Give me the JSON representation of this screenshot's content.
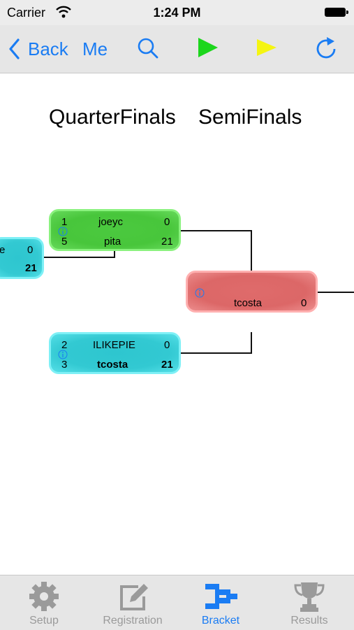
{
  "status_bar": {
    "carrier": "Carrier",
    "time": "1:24 PM"
  },
  "nav": {
    "back_label": "Back",
    "me_label": "Me",
    "icons": [
      "search-icon",
      "play-green-icon",
      "play-yellow-icon",
      "refresh-icon"
    ]
  },
  "rounds": {
    "quarter": "QuarterFinals",
    "semi": "SemiFinals"
  },
  "matches": {
    "left_partial": {
      "top_name": "e",
      "top_score": "0",
      "bottom_score": "21"
    },
    "qf1": {
      "seed_top": "1",
      "name_top": "joeyc",
      "score_top": "0",
      "seed_bottom": "5",
      "name_bottom": "pita",
      "score_bottom": "21"
    },
    "qf2": {
      "seed_top": "2",
      "name_top": "ILIKEPIE",
      "score_top": "0",
      "seed_bottom": "3",
      "name_bottom": "tcosta",
      "score_bottom": "21"
    },
    "sf1": {
      "name_bottom": "tcosta",
      "score_bottom": "0"
    }
  },
  "colors": {
    "accent": "#1a7cf3",
    "green": "#48c63b",
    "cyan": "#32c9d2",
    "red": "#dc6767"
  },
  "tabs": [
    {
      "label": "Setup",
      "icon": "gear-icon"
    },
    {
      "label": "Registration",
      "icon": "edit-icon"
    },
    {
      "label": "Bracket",
      "icon": "bracket-icon"
    },
    {
      "label": "Results",
      "icon": "trophy-icon"
    }
  ]
}
